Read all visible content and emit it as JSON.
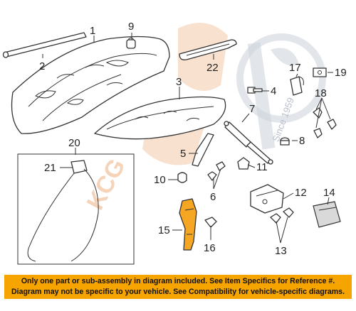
{
  "callouts": {
    "c1": "1",
    "c2": "2",
    "c3": "3",
    "c4": "4",
    "c5": "5",
    "c6": "6",
    "c7": "7",
    "c8": "8",
    "c9": "9",
    "c10": "10",
    "c11": "11",
    "c12": "12",
    "c13": "13",
    "c14": "14",
    "c15": "15",
    "c16": "16",
    "c17": "17",
    "c18": "18",
    "c19": "19",
    "c20": "20",
    "c21": "21",
    "c22": "22"
  },
  "watermark": {
    "logo_text": "KCG",
    "seal_text": "Since 1959"
  },
  "notice": {
    "line1": "Only one part or sub-assembly in diagram included. See Item Specifics for Reference #.",
    "line2": "Diagram may not be specific to your vehicle. See Compatibility for vehicle-specific diagrams."
  },
  "colors": {
    "highlight_part": "#f5a623",
    "notice_background": "#f6a400",
    "watermark": "#f2c9a8"
  }
}
